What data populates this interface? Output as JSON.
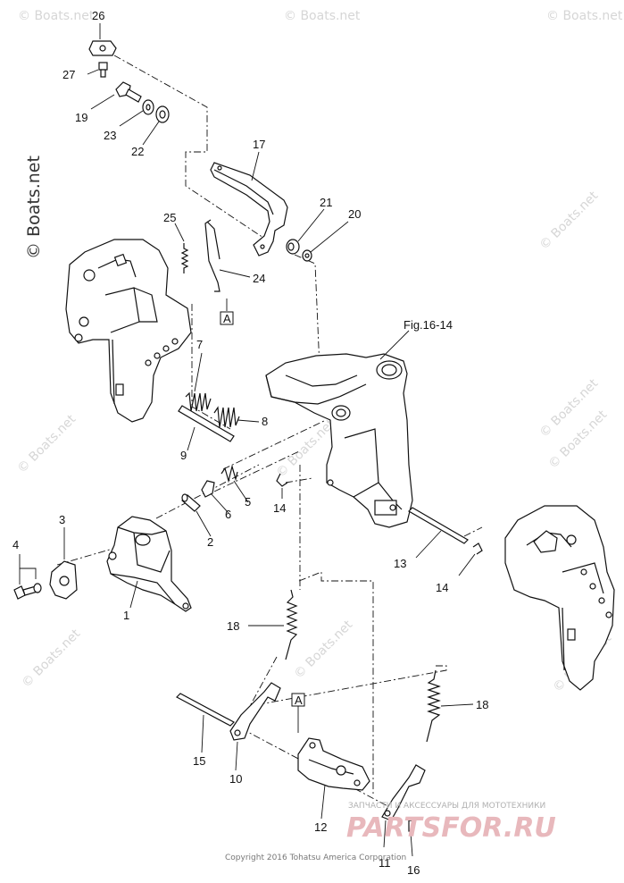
{
  "watermark": {
    "main": "© Boats.net",
    "faint": "© Boats.net"
  },
  "figure_ref": "Fig.16-14",
  "box_labels": [
    "A",
    "A"
  ],
  "copyright": "Copyright 2016 Tohatsu America Corporation",
  "shop": {
    "tagline": "ЗАПЧАСТИ И АКСЕССУАРЫ ДЛЯ МОТОТЕХНИКИ",
    "brand": "PARTSFOR.RU"
  },
  "callouts": {
    "c26": "26",
    "c27": "27",
    "c19": "19",
    "c23": "23",
    "c22": "22",
    "c17": "17",
    "c21": "21",
    "c20": "20",
    "c25": "25",
    "c24": "24",
    "c7": "7",
    "c8": "8",
    "c9": "9",
    "c5": "5",
    "c6": "6",
    "c2": "2",
    "c14a": "14",
    "c14b": "14",
    "c13": "13",
    "c3": "3",
    "c4": "4",
    "c1": "1",
    "c18a": "18",
    "c18b": "18",
    "c15": "15",
    "c10": "10",
    "c12": "12",
    "c11": "11",
    "c16": "16"
  }
}
